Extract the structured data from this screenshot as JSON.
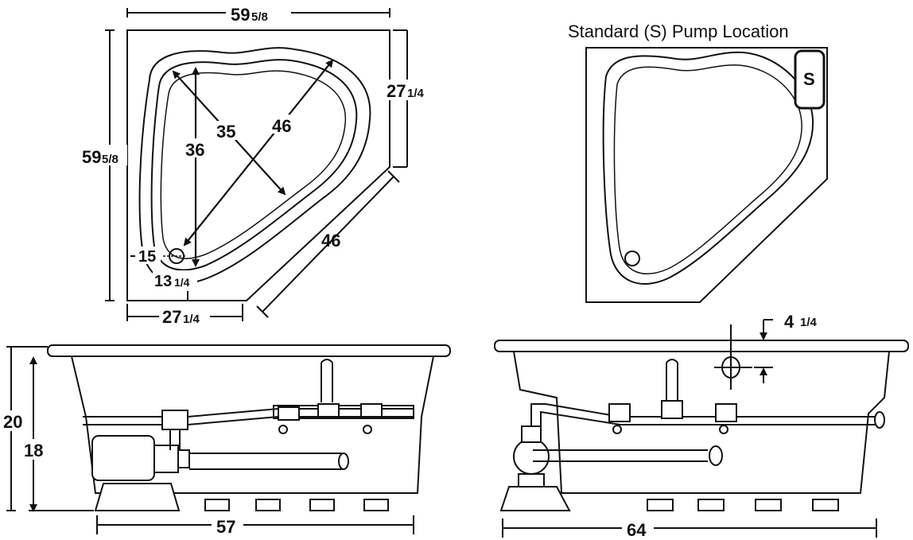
{
  "pump_view": {
    "title": "Standard (S) Pump Location",
    "pump_label": "S"
  },
  "top_view": {
    "top_width": {
      "whole": "59",
      "frac": "5/8"
    },
    "left_height": {
      "whole": "59",
      "frac": "5/8"
    },
    "right_side": {
      "whole": "27",
      "frac": "1/4"
    },
    "bottom_side": {
      "whole": "27",
      "frac": "1/4"
    },
    "diagonal_side": "46",
    "inner_36": "36",
    "inner_35": "35",
    "inner_46": "46",
    "drain_x": "15",
    "drain_y": {
      "whole": "13",
      "frac": "1/4"
    }
  },
  "side_view_left": {
    "height_total": "20",
    "height_inner": "18",
    "length": "57"
  },
  "side_view_right": {
    "overflow": {
      "whole": "4",
      "frac": "1/4"
    },
    "length": "64"
  }
}
